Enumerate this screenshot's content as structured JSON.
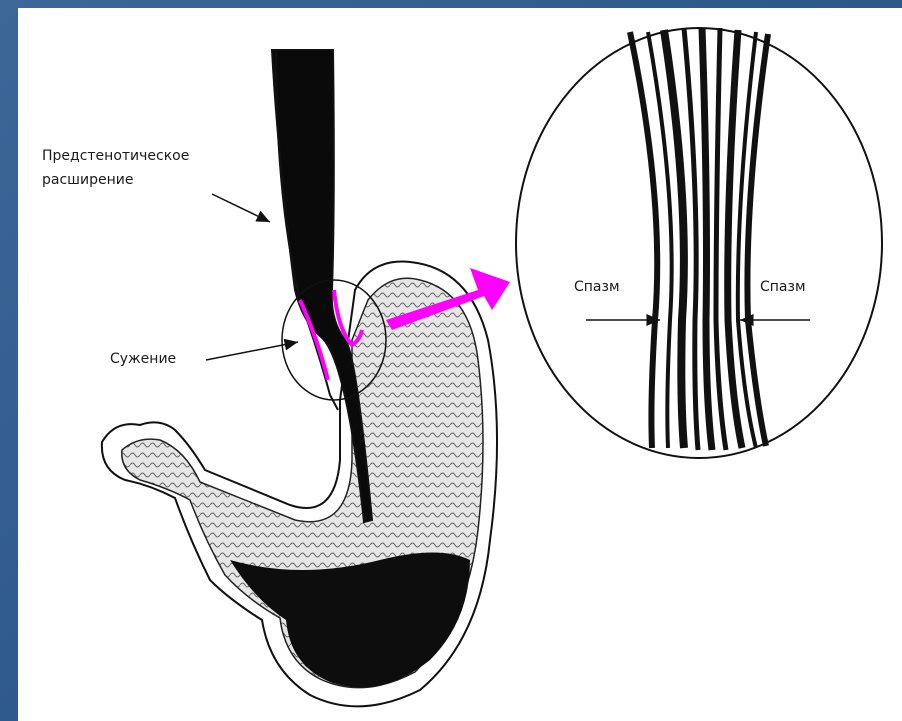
{
  "labels": {
    "prestenotic_line1": "Предстенотическое",
    "prestenotic_line2": "расширение",
    "narrowing": "Сужение",
    "spasm_left": "Спазм",
    "spasm_right": "Спазм"
  },
  "colors": {
    "background": "#2f5a8c",
    "panel": "#ffffff",
    "ink": "#111111",
    "highlight": "#ff00ff"
  },
  "icons": [
    "magenta-arrow-icon",
    "left-pointer-arrow-icon",
    "right-pointer-arrow-icon"
  ]
}
